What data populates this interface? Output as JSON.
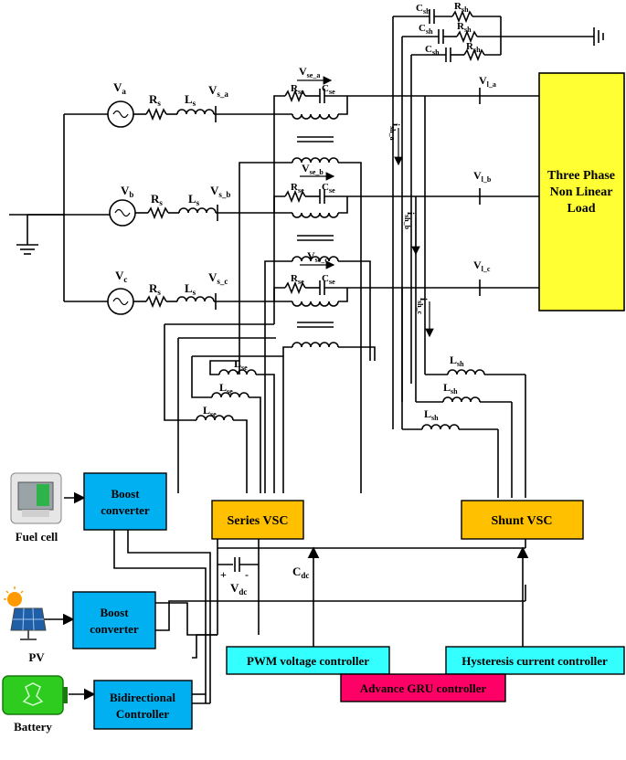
{
  "colors": {
    "load": "#ffff33",
    "vsc": "#ffc000",
    "converter": "#00b0f0",
    "controller": "#33ffff",
    "gru": "#ff0066",
    "wire": "#000000"
  },
  "sources": {
    "va": "V",
    "va_sub": "a",
    "vb": "V",
    "vb_sub": "b",
    "vc": "V",
    "vc_sub": "c",
    "rs": "R",
    "rs_sub": "s",
    "ls": "L",
    "ls_sub": "s",
    "vsa": "V",
    "vsa_sub": "s_a",
    "vsb": "V",
    "vsb_sub": "s_b",
    "vsc": "V",
    "vsc_sub": "s_c"
  },
  "series": {
    "vse_a": "V",
    "vse_a_sub": "se_a",
    "vse_b": "V",
    "vse_b_sub": "se_b",
    "vse_c": "V",
    "vse_c_sub": "se_c",
    "rse": "R",
    "rse_sub": "se",
    "cse": "C",
    "cse_sub": "se",
    "lse": "L",
    "lse_sub": "se"
  },
  "shunt": {
    "csh": "C",
    "csh_sub": "sh",
    "rsh": "R",
    "rsh_sub": "sh",
    "lsh": "L",
    "lsh_sub": "sh",
    "ish_a": "i",
    "ish_a_sub": "sh_a",
    "ish_b": "i",
    "ish_b_sub": "sh_b",
    "ish_c": "i",
    "ish_c_sub": "sh_c"
  },
  "load": {
    "line1": "Three Phase",
    "line2": "Non Linear",
    "line3": "Load",
    "vla": "V",
    "vla_sub": "l_a",
    "vlb": "V",
    "vlb_sub": "l_b",
    "vlc": "V",
    "vlc_sub": "l_c"
  },
  "dc_link": {
    "plus": "+",
    "minus": "-",
    "vdc": "V",
    "vdc_sub": "dc",
    "cdc": "C",
    "cdc_sub": "dc"
  },
  "blocks": {
    "boost1_l1": "Boost",
    "boost1_l2": "converter",
    "boost2_l1": "Boost",
    "boost2_l2": "converter",
    "bidir_l1": "Bidirectional",
    "bidir_l2": "Controller",
    "series_vsc": "Series VSC",
    "shunt_vsc": "Shunt VSC",
    "pwm": "PWM voltage controller",
    "hysteresis": "Hysteresis current controller",
    "gru": "Advance GRU controller"
  },
  "sources_dc": {
    "fuel_cell": "Fuel cell",
    "pv": "PV",
    "battery": "Battery"
  }
}
